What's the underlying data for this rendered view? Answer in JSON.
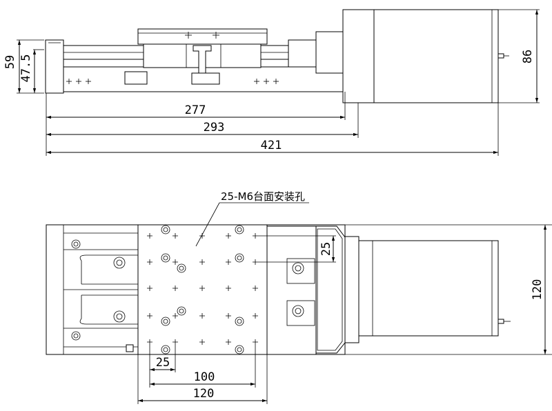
{
  "side_view": {
    "dim_overall_height": "59",
    "dim_rail_height": "47.5",
    "dim_motor_height": "86",
    "dim_277": "277",
    "dim_293": "293",
    "dim_421": "421"
  },
  "top_view": {
    "callout": "25-M6台面安装孔",
    "dim_hole_pitch_vertical": "25",
    "dim_width": "120",
    "dim_hole_pitch_horizontal": "25",
    "dim_hole_span": "100",
    "dim_table_width": "120"
  }
}
